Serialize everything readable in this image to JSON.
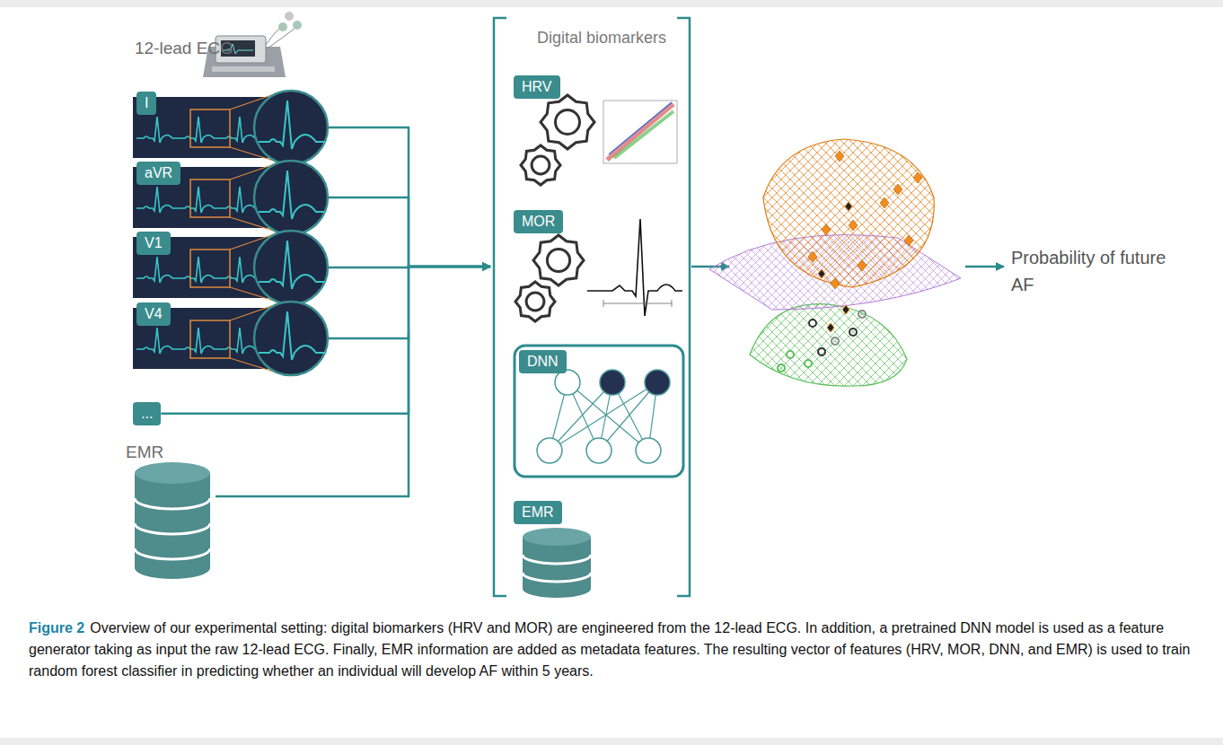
{
  "diagram": {
    "caption": "Overview of our experimental setting: digital biomarkers (HRV and MOR) are engineered from the 12-lead ECG. In addition, a pretrained DNN model is used as a feature generator taking as input the raw 12-lead ECG. Finally, EMR information are added as metadata features. The resulting vector of features (HRV, MOR, DNN, and EMR) is used to train random forest classifier in predicting whether an individual will develop AF within 5 years.",
    "nodes": [
      {
        "text": [
          "I"
        ]
      },
      {
        "text": [
          "aVR"
        ]
      },
      {
        "text": [
          "V1"
        ]
      },
      {
        "text": [
          "V4"
        ]
      },
      {
        "text": [
          "..."
        ]
      },
      {
        "text": [
          "Digital biomarkers"
        ]
      },
      {
        "text": [
          "HRV"
        ],
        "in": 5
      },
      {
        "text": [
          "MOR"
        ],
        "in": 5
      },
      {
        "text": [
          "DNN"
        ],
        "in": 5
      },
      {
        "text": [
          "EMR"
        ],
        "in": 5
      }
    ],
    "edges": [
      {
        "from": 0,
        "to": 5,
        "arrow": "to"
      },
      {
        "from": 1,
        "to": 5,
        "arrow": "to"
      },
      {
        "from": 2,
        "to": 5,
        "arrow": "to"
      },
      {
        "from": 3,
        "to": 5,
        "arrow": "to"
      },
      {
        "from": 4,
        "to": 5,
        "arrow": "to"
      }
    ],
    "labels": [
      "12-lead ECG",
      "EMR",
      "Probability of future AF",
      "Figure 2"
    ]
  }
}
